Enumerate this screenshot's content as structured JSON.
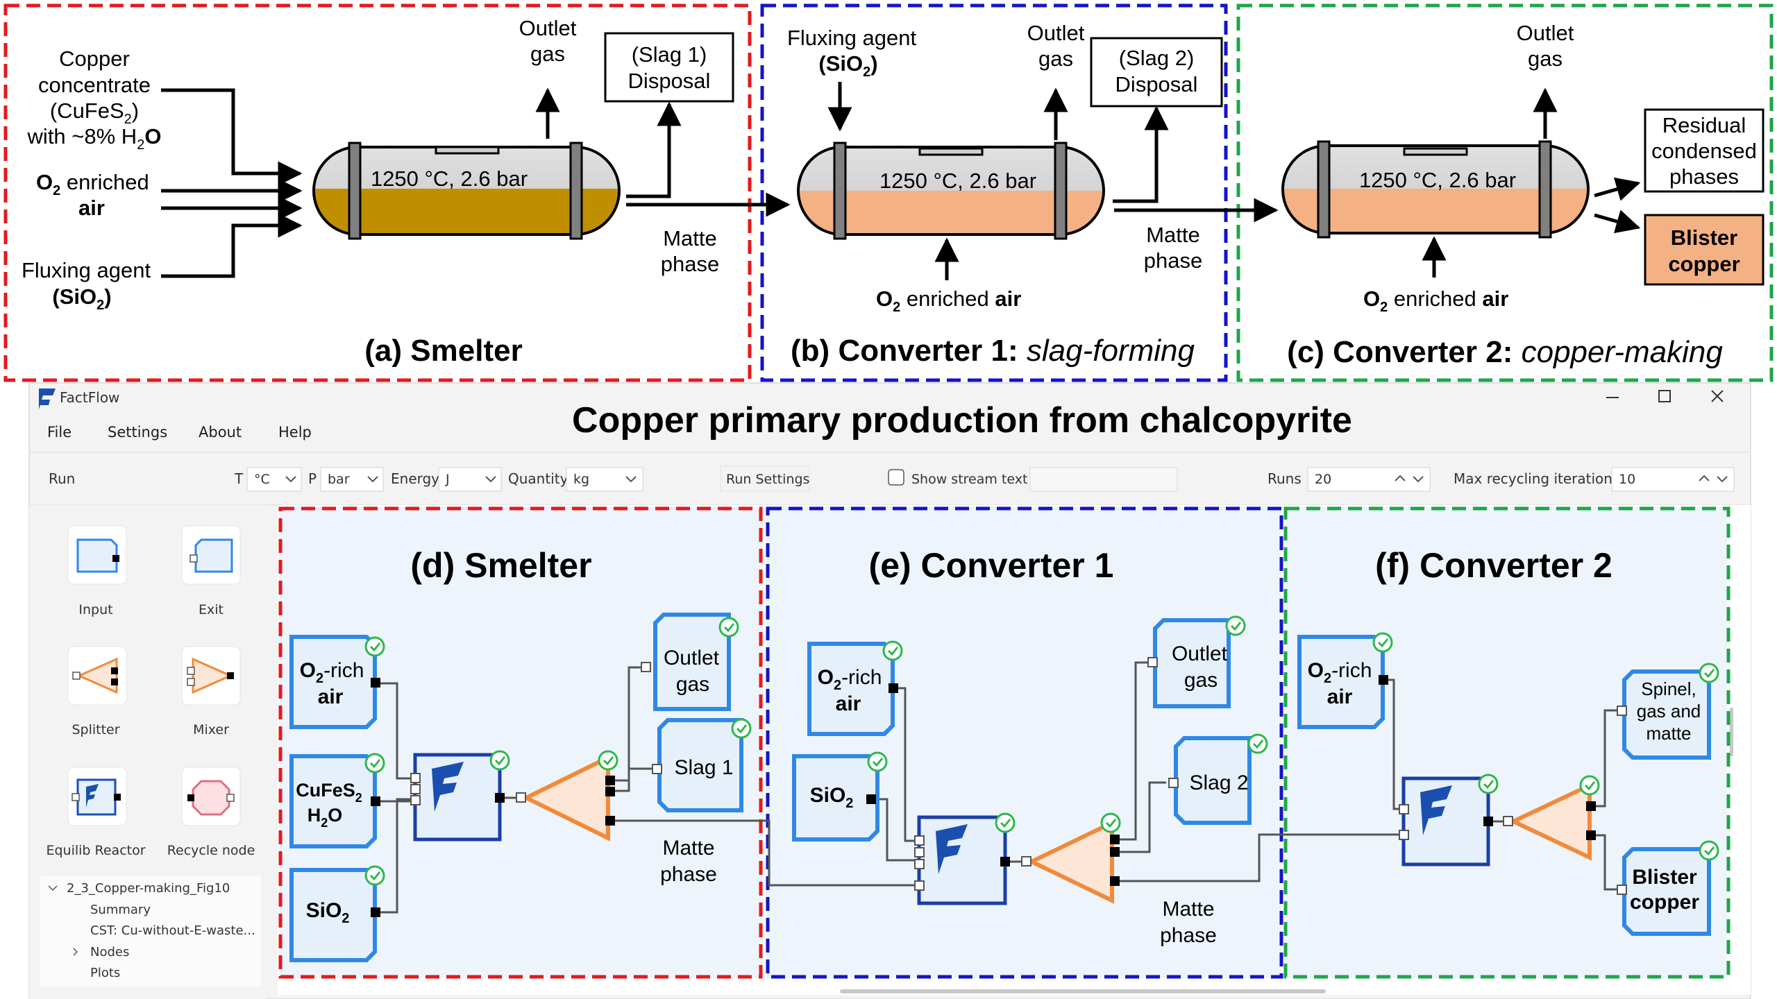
{
  "title": "Copper primary production from chalcopyrite",
  "colors": {
    "red": "#e31a1c",
    "blue": "#1414c8",
    "green": "#1fa64a",
    "slag_gold": "#bf8f00",
    "matte_orange": "#f4b183",
    "node_blue": "#2f88e6",
    "node_fill": "#e6f0fb",
    "check_green": "#2db84d"
  },
  "process": {
    "smelter": {
      "title_prefix": "(a) Smelter",
      "inputs": {
        "copper_l1": "Copper",
        "copper_l2": "concentrate",
        "copper_l3": "(CuFeS",
        "copper_l3_sub": "2",
        "copper_l3_end": ")",
        "copper_l4": "with ~8% H",
        "copper_l4_sub": "2",
        "copper_l4_end": "O",
        "o2_main": "O",
        "o2_sub": "2",
        "o2_rest": " enriched",
        "o2_air": "air",
        "flux_l1": "Fluxing agent",
        "flux_l2": "(SiO",
        "flux_l2_sub": "2",
        "flux_l2_end": ")"
      },
      "conditions": "1250 °C, 2.6 bar",
      "outlet_l1": "Outlet",
      "outlet_l2": "gas",
      "slag_l1": "(Slag 1)",
      "slag_l2": "Disposal",
      "matte_l1": "Matte",
      "matte_l2": "phase"
    },
    "converter1": {
      "title_prefix": "(b) Converter 1: ",
      "title_italic": "slag-forming",
      "flux_l1": "Fluxing agent",
      "flux_l2": "(SiO",
      "flux_l2_sub": "2",
      "flux_l2_end": ")",
      "conditions": "1250 °C, 2.6 bar",
      "outlet_l1": "Outlet",
      "outlet_l2": "gas",
      "slag_l1": "(Slag 2)",
      "slag_l2": "Disposal",
      "o2_main": "O",
      "o2_sub": "2",
      "o2_rest": " enriched ",
      "o2_air": "air",
      "matte_l1": "Matte",
      "matte_l2": "phase"
    },
    "converter2": {
      "title_prefix": "(c) Converter 2: ",
      "title_italic": "copper-making",
      "conditions": "1250 °C, 2.6 bar",
      "outlet_l1": "Outlet",
      "outlet_l2": "gas",
      "residual_l1": "Residual",
      "residual_l2": "condensed",
      "residual_l3": "phases",
      "blister_l1": "Blister",
      "blister_l2": "copper",
      "o2_main": "O",
      "o2_sub": "2",
      "o2_rest": " enriched ",
      "o2_air": "air"
    }
  },
  "app": {
    "name": "FactFlow",
    "menu": [
      "File",
      "Settings",
      "About",
      "Help"
    ],
    "toolbar": {
      "run": "Run",
      "t_label": "T",
      "t_value": "°C",
      "p_label": "P",
      "p_value": "bar",
      "energy_label": "Energy",
      "energy_value": "J",
      "quantity_label": "Quantity",
      "quantity_value": "kg",
      "run_settings": "Run Settings",
      "show_stream_text": "Show stream text",
      "runs_label": "Runs",
      "runs_value": "20",
      "max_recycling_label": "Max recycling iterations",
      "max_recycling_value": "10"
    },
    "palette": [
      {
        "label": "Input",
        "icon": "input-node-icon"
      },
      {
        "label": "Exit",
        "icon": "exit-node-icon"
      },
      {
        "label": "Splitter",
        "icon": "splitter-icon"
      },
      {
        "label": "Mixer",
        "icon": "mixer-icon"
      },
      {
        "label": "Equilib Reactor",
        "icon": "equilib-reactor-icon"
      },
      {
        "label": "Recycle node",
        "icon": "recycle-node-icon"
      }
    ],
    "tree": {
      "root": "2_3_Copper-making_Fig10",
      "items": [
        "Summary",
        "CST: Cu-without-E-waste...",
        "Nodes",
        "Plots"
      ]
    },
    "canvas": {
      "smelter_title": "(d) Smelter",
      "conv1_title": "(e) Converter 1",
      "conv2_title": "(f) Converter 2",
      "d": {
        "o2_a": "O",
        "o2_sub": "2",
        "o2_b": "-rich",
        "o2_c": "air",
        "cufes_a": "CuFeS",
        "cufes_sub": "2",
        "h2o_a": "H",
        "h2o_sub": "2",
        "h2o_b": "O",
        "sio_a": "SiO",
        "sio_sub": "2",
        "outlet_l1": "Outlet",
        "outlet_l2": "gas",
        "slag": "Slag 1",
        "matte_l1": "Matte",
        "matte_l2": "phase"
      },
      "e": {
        "o2_a": "O",
        "o2_sub": "2",
        "o2_b": "-rich",
        "o2_c": "air",
        "sio_a": "SiO",
        "sio_sub": "2",
        "outlet_l1": "Outlet",
        "outlet_l2": "gas",
        "slag": "Slag 2",
        "matte_l1": "Matte",
        "matte_l2": "phase"
      },
      "f": {
        "o2_a": "O",
        "o2_sub": "2",
        "o2_b": "-rich",
        "o2_c": "air",
        "spinel_l1": "Spinel,",
        "spinel_l2": "gas and",
        "spinel_l3": "matte",
        "blister_l1": "Blister",
        "blister_l2": "copper"
      }
    }
  }
}
